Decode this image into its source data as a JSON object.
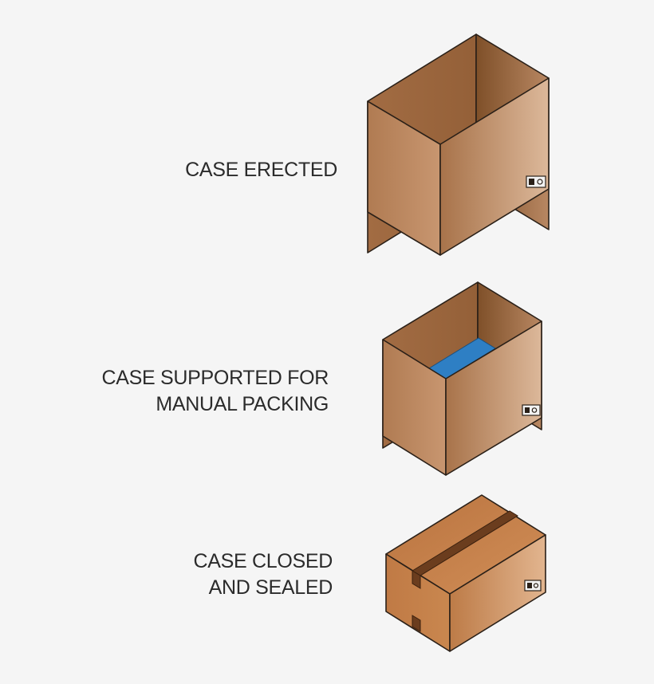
{
  "steps": [
    {
      "lines": [
        "CASE ERECTED"
      ]
    },
    {
      "lines": [
        "CASE SUPPORTED FOR",
        "MANUAL PACKING"
      ]
    },
    {
      "lines": [
        "CASE CLOSED",
        "AND SEALED"
      ]
    }
  ],
  "colors": {
    "background": "#f5f5f5",
    "label_text": "#2b2b2b",
    "cardboard_dark": "#9c6a42",
    "cardboard_mid": "#b57f56",
    "cardboard_light": "#d3ad8c",
    "sealed_top": "#c27c46",
    "tape": "#6b3d1e",
    "product_blue": "#2e7fc4",
    "outline": "#2a2018"
  },
  "icons": [
    "carton-label-icon"
  ]
}
